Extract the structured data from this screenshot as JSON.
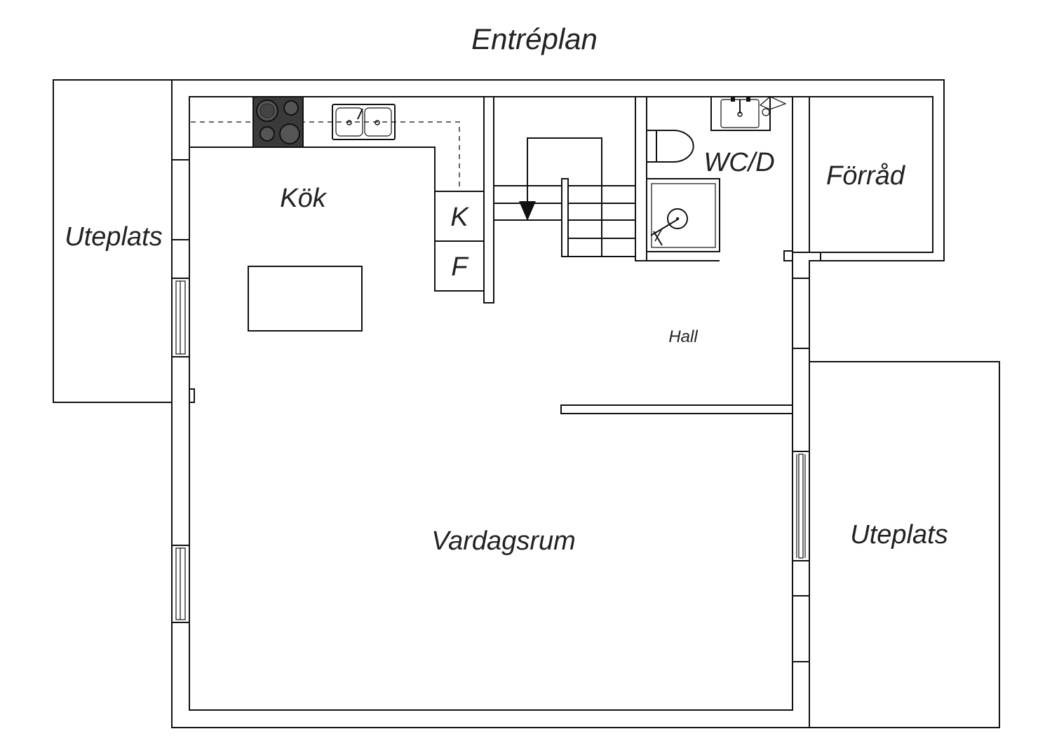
{
  "title": "Entréplan",
  "rooms": {
    "kitchen": "Kök",
    "patio_left": "Uteplats",
    "patio_right": "Uteplats",
    "wc": "WC/D",
    "storage": "Förråd",
    "hall": "Hall",
    "living": "Vardagsrum",
    "fridge": "K",
    "freezer": "F"
  },
  "icons": {
    "stove": "stove-icon",
    "sink": "double-sink-icon",
    "toilet": "toilet-icon",
    "shower": "shower-icon",
    "washbasin": "washbasin-icon",
    "stairs_arrow": "arrow-down-icon"
  },
  "colors": {
    "line": "#111111",
    "stove": "#3a3a3a",
    "background": "#ffffff"
  }
}
